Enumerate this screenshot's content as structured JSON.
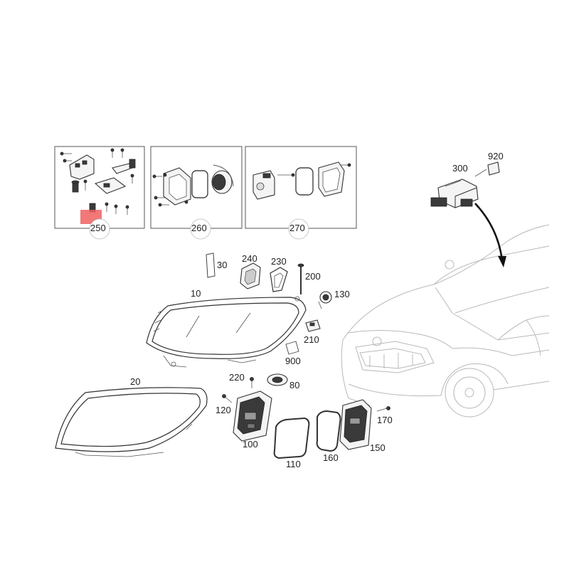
{
  "labels": {
    "p250": "250",
    "p260": "260",
    "p270": "270",
    "p300": "300",
    "p920": "920",
    "p10": "10",
    "p20": "20",
    "p30": "30",
    "p240": "240",
    "p230": "230",
    "p200": "200",
    "p130": "130",
    "p210": "210",
    "p900": "900",
    "p220": "220",
    "p80": "80",
    "p120": "120",
    "p100": "100",
    "p110": "110",
    "p160": "160",
    "p150": "150",
    "p170": "170"
  },
  "colors": {
    "line": "#333333",
    "car": "#b8b8b8",
    "highlight": "#f06060"
  }
}
